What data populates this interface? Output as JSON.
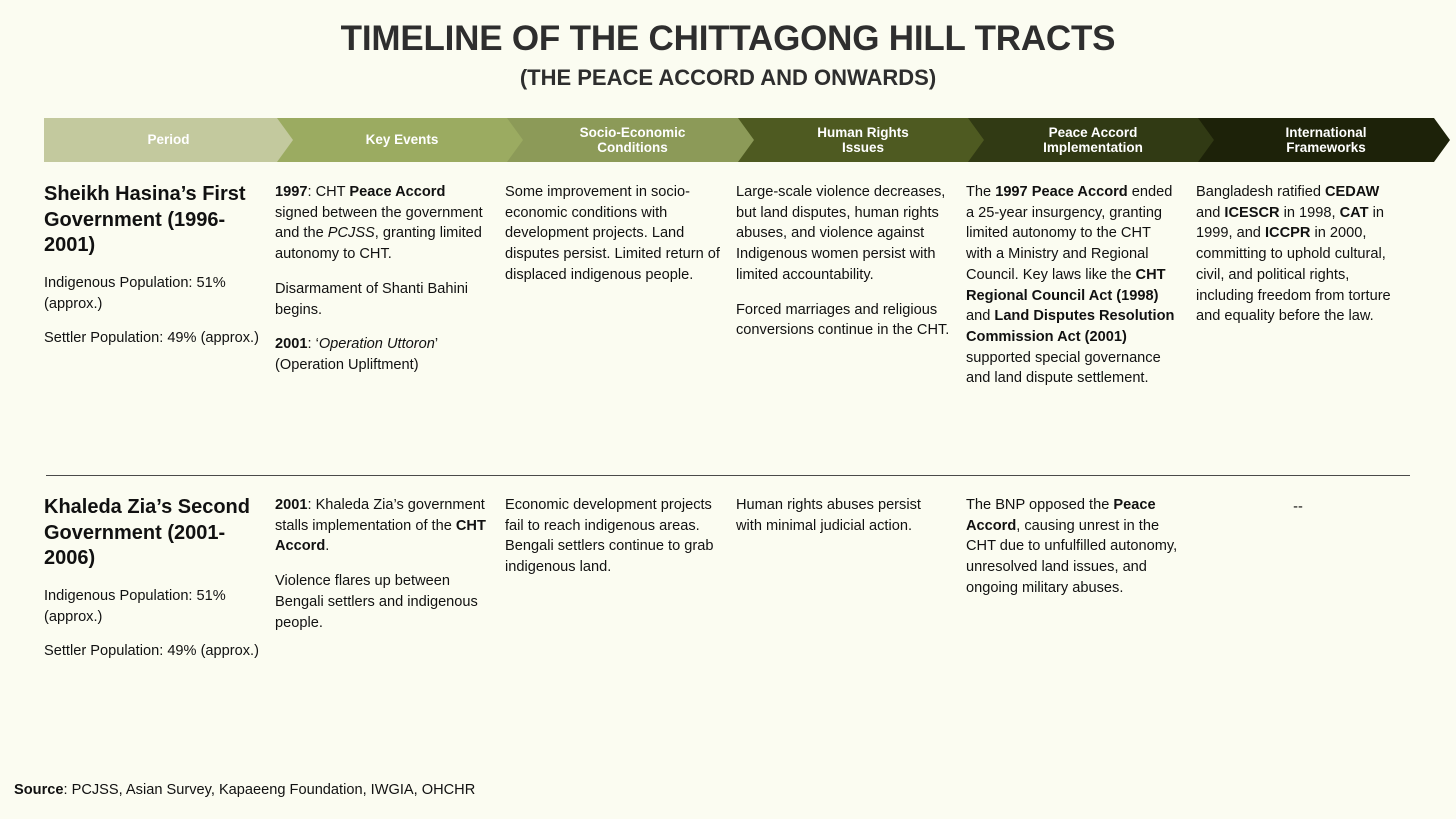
{
  "page": {
    "background_color": "#fbfcf1",
    "text_color": "#111111"
  },
  "title": {
    "main": "TIMELINE OF THE CHITTAGONG HILL TRACTS",
    "sub": "(THE PEACE ACCORD AND ONWARDS)"
  },
  "headers": [
    {
      "label": "Period",
      "color": "#c3c99e"
    },
    {
      "label": "Key Events",
      "color": "#9bab61"
    },
    {
      "label": "Socio-Economic\nConditions",
      "color": "#8c9a58"
    },
    {
      "label": "Human Rights\nIssues",
      "color": "#4e5a21"
    },
    {
      "label": "Peace Accord\nImplementation",
      "color": "#313a14"
    },
    {
      "label": "International\nFrameworks",
      "color": "#1d2209"
    }
  ],
  "rows": [
    {
      "period": {
        "title": "Sheikh Hasina’s First Government (1996-2001)",
        "stats": [
          "Indigenous Population: 51% (approx.)",
          "Settler Population: 49% (approx.)"
        ]
      },
      "key_events": [
        "<b>1997</b>: CHT <b>Peace Accord</b> signed between the government and the <i>PCJSS</i>, granting limited autonomy to CHT.",
        "Disarmament of Shanti Bahini begins.",
        "<b>2001</b>: ‘<i>Operation Uttoron</i>’ (Operation Upliftment)"
      ],
      "socio_economic": [
        "Some improvement in socio-economic conditions with development projects. Land disputes persist. Limited return of displaced indigenous people."
      ],
      "human_rights": [
        "Large-scale violence decreases, but land disputes, human rights abuses, and violence against Indigenous women persist with limited accountability.",
        "Forced marriages and religious conversions continue in the CHT."
      ],
      "peace_accord": [
        "The <b>1997 Peace Accord</b> ended a 25-year insurgency, granting limited autonomy to the CHT with a Ministry and Regional Council. Key laws like the <b>CHT Regional Council Act (1998)</b> and <b>Land Disputes Resolution Commission Act (2001)</b> supported special governance and land dispute settlement."
      ],
      "international": [
        "Bangladesh ratified <b>CEDAW</b> and <b>ICESCR</b> in 1998, <b>CAT</b> in 1999, and <b>ICCPR</b> in 2000, committing to uphold cultural, civil, and political rights, including freedom from torture and equality before the law."
      ]
    },
    {
      "period": {
        "title": "Khaleda Zia’s Second Government (2001-2006)",
        "stats": [
          "Indigenous Population: 51% (approx.)",
          "Settler Population: 49% (approx.)"
        ]
      },
      "key_events": [
        "<b>2001</b>: Khaleda Zia’s government stalls implementation of the <b>CHT Accord</b>.",
        "Violence flares up between Bengali settlers and indigenous people."
      ],
      "socio_economic": [
        "Economic development projects fail to reach indigenous areas. Bengali settlers continue to grab indigenous land."
      ],
      "human_rights": [
        "Human rights abuses persist with minimal judicial action."
      ],
      "peace_accord": [
        "The BNP opposed the <b>Peace Accord</b>, causing unrest in the CHT due to unfulfilled autonomy, unresolved land issues, and ongoing military abuses."
      ],
      "international": [
        "--"
      ]
    }
  ],
  "source": {
    "label": "Source",
    "text": ": PCJSS, Asian Survey, Kapaeeng Foundation, IWGIA, OHCHR"
  }
}
